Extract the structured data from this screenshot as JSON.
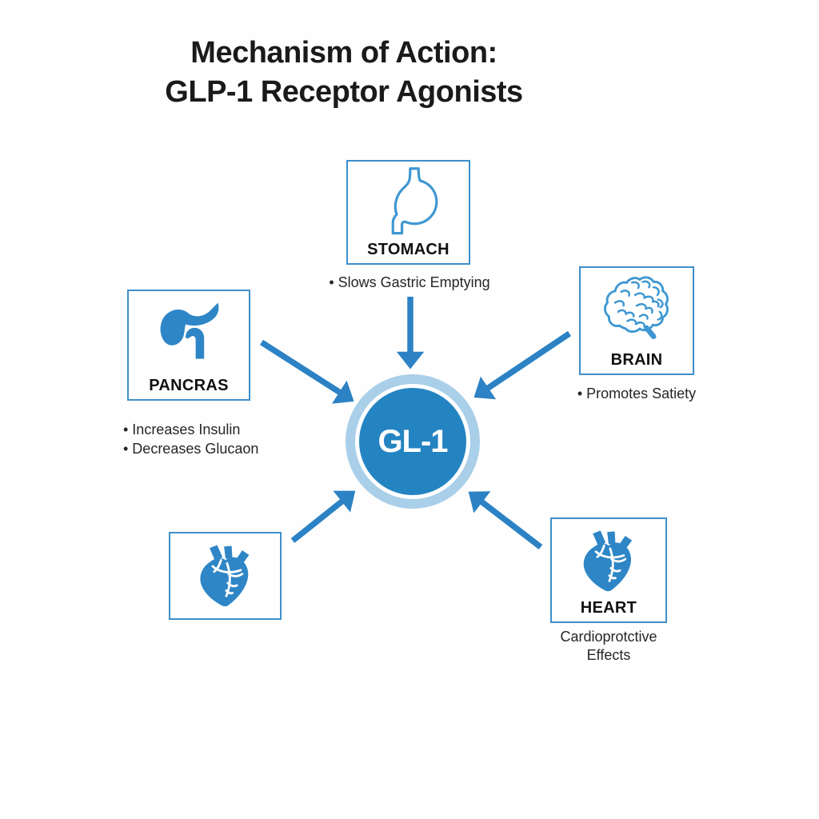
{
  "title": {
    "line1": "Mechanism of Action:",
    "line2": "GLP-1 Receptor Agonists"
  },
  "center": {
    "label": "GL-1"
  },
  "nodes": {
    "stomach": {
      "label": "STOMACH",
      "caption": "• Slows Gastric Emptying",
      "icon": "stomach-icon"
    },
    "brain": {
      "label": "BRAIN",
      "caption": "• Promotes Satiety",
      "icon": "brain-icon"
    },
    "pancreas": {
      "label": "PANCRAS",
      "bullets": [
        "• Increases Insulin",
        "• Decreases Glucaon"
      ],
      "icon": "pancreas-icon"
    },
    "heart_left": {
      "icon": "heart-icon"
    },
    "heart_right": {
      "label": "HEART",
      "caption_lines": [
        "Cardioprotctive",
        "Effects"
      ],
      "icon": "heart-icon"
    }
  },
  "colors": {
    "accent_blue": "#2c82c4",
    "icon_outline": "#3f98d2",
    "icon_fill": "#2e86c6",
    "center_fill": "#2484c2",
    "ring_light": "#a9cfe9",
    "box_border": "#3d8fcb",
    "heading_text": "#1a1a1a",
    "label_text": "#111111",
    "body_text": "#262626",
    "center_text": "#ffffff",
    "background": "#fefefe"
  }
}
